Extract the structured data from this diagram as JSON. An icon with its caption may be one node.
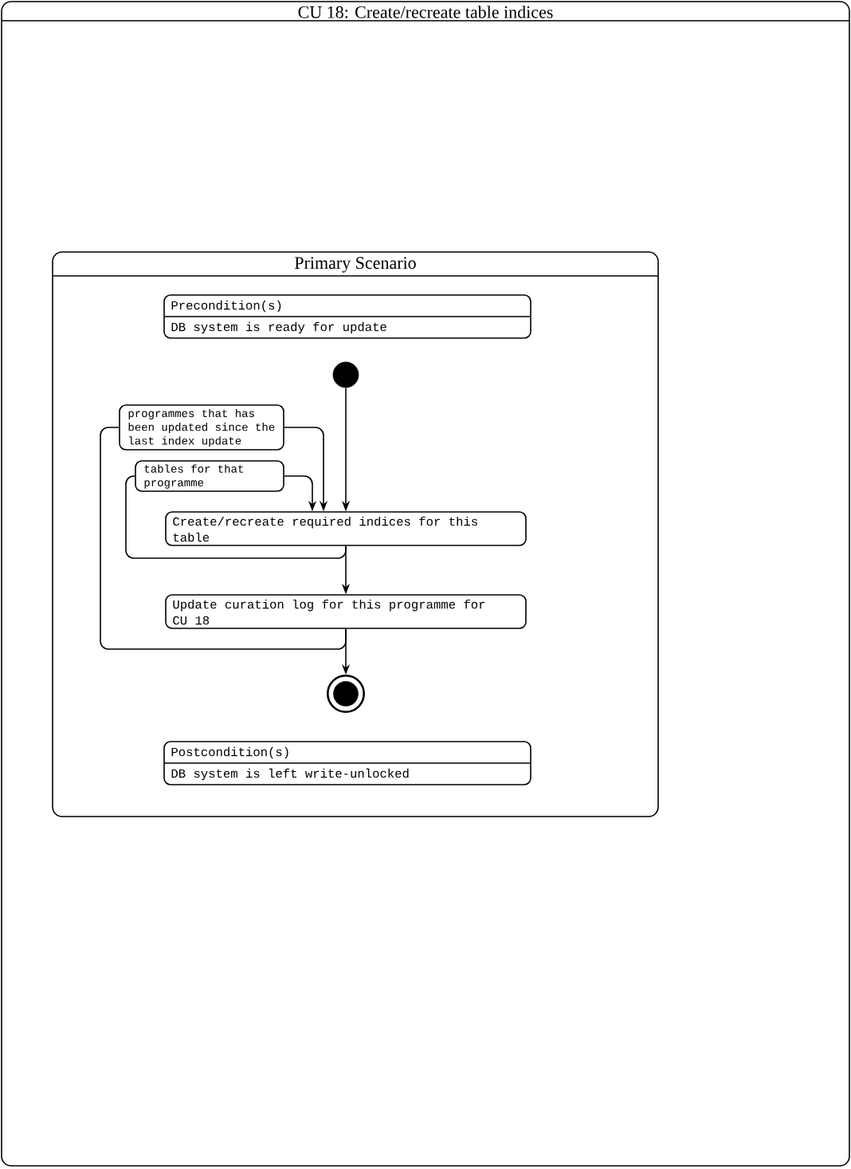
{
  "diagram": {
    "nodes": [
      {
        "text": [
          "CU 18: Create/recreate table indices"
        ]
      },
      {
        "text": [
          "Primary Scenario"
        ],
        "in": 0
      },
      {
        "text": [
          "Precondition(s)",
          "DB system is ready for update"
        ],
        "in": 1
      },
      {
        "text": [],
        "shape": "circle",
        "in": 1
      },
      {
        "text": [
          "programmes that has been updated since the last index update"
        ],
        "in": 1
      },
      {
        "text": [
          "tables for that programme"
        ],
        "in": 1
      },
      {
        "text": [
          "Create/recreate required indices for this table"
        ],
        "in": 1
      },
      {
        "text": [
          "Update curation log for this programme for CU 18"
        ],
        "in": 1
      },
      {
        "text": [],
        "shape": "bullseye",
        "in": 1
      },
      {
        "text": [
          "Postcondition(s)",
          "DB system is left write-unlocked"
        ],
        "in": 1
      }
    ],
    "edges": [
      {
        "from": 3,
        "to": 6,
        "arrow": "to"
      },
      {
        "from": 4,
        "to": 6,
        "arrow": "to"
      },
      {
        "from": 5,
        "to": 6,
        "arrow": "to"
      },
      {
        "from": 6,
        "to": 7,
        "arrow": "to"
      },
      {
        "from": 6,
        "to": 5,
        "arrow": "none"
      },
      {
        "from": 7,
        "to": 4,
        "arrow": "none"
      },
      {
        "from": 7,
        "to": 8,
        "arrow": "to"
      }
    ]
  }
}
